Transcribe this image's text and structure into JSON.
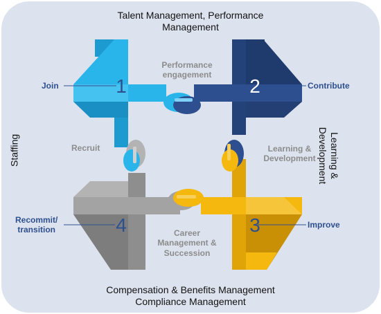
{
  "diagram": {
    "outer": {
      "top": [
        "Talent Management, Performance",
        "Management"
      ],
      "bottom": [
        "Compensation & Benefits Management",
        "Compliance Management"
      ],
      "left": "Staffing",
      "right": [
        "Learning &",
        "Development"
      ]
    },
    "stages": [
      {
        "number": "1",
        "label": "Join",
        "color": "#29b5ea"
      },
      {
        "number": "2",
        "label": "Contribute",
        "color": "#2e4f8f"
      },
      {
        "number": "3",
        "label": "Improve",
        "color": "#f5b80f"
      },
      {
        "number": "4",
        "label": [
          "Recommit/",
          "transition"
        ],
        "color": "#9a9a9a"
      }
    ],
    "transitions": {
      "top": [
        "Performance",
        "engagement"
      ],
      "left": "Recruit",
      "right": [
        "Learning &",
        "Development"
      ],
      "bottom": [
        "Career",
        "Management &",
        "Succession"
      ]
    },
    "colors": {
      "background": "#dde3ee",
      "stage_label": "#2e4f8f",
      "transition_label": "#8c8c8c"
    }
  }
}
